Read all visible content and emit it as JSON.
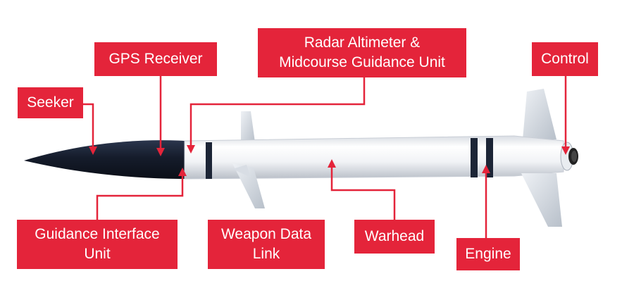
{
  "labels": {
    "seeker": "Seeker",
    "gps_receiver": "GPS Receiver",
    "radar_altimeter_line1": "Radar Altimeter &",
    "radar_altimeter_line2": "Midcourse Guidance Unit",
    "control": "Control",
    "guidance_interface_line1": "Guidance Interface",
    "guidance_interface_line2": "Unit",
    "weapon_data_link_line1": "Weapon Data",
    "weapon_data_link_line2": "Link",
    "warhead": "Warhead",
    "engine": "Engine"
  },
  "colors": {
    "label_background": "#e4243a",
    "label_text": "#ffffff",
    "callout_line": "#e4243a",
    "nose": "#1a2233",
    "body": "#f4f5f7",
    "band": "#1c2536"
  }
}
